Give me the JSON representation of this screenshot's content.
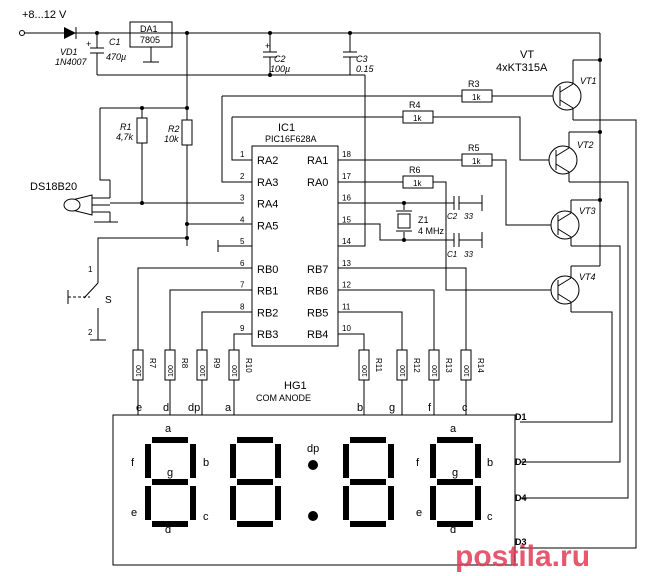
{
  "supply": {
    "label": "+8...12 V"
  },
  "vd1": {
    "ref": "VD1",
    "part": "1N4007"
  },
  "c1": {
    "ref": "C1",
    "value": "470µ"
  },
  "da1": {
    "ref": "DA1",
    "part": "7805"
  },
  "c2": {
    "ref": "C2",
    "value": "100µ"
  },
  "c3": {
    "ref": "C3",
    "value": "0.15"
  },
  "vt": {
    "ref": "VT",
    "part": "4xKT315A",
    "labels": [
      "VT1",
      "VT2",
      "VT3",
      "VT4"
    ]
  },
  "r_base": [
    {
      "ref": "R3",
      "value": "1k"
    },
    {
      "ref": "R4",
      "value": "1k"
    },
    {
      "ref": "R5",
      "value": "1k"
    },
    {
      "ref": "R6",
      "value": "1k"
    }
  ],
  "r1": {
    "ref": "R1",
    "value": "4,7k"
  },
  "r2": {
    "ref": "R2",
    "value": "10k"
  },
  "sensor": {
    "label": "DS18B20"
  },
  "switch": {
    "ref": "S",
    "pin1": "1",
    "pin2": "2"
  },
  "ic1": {
    "ref": "IC1",
    "part": "PIC16F628A",
    "left_pins": [
      {
        "num": "1",
        "name": "RA2"
      },
      {
        "num": "2",
        "name": "RA3"
      },
      {
        "num": "3",
        "name": "RA4"
      },
      {
        "num": "4",
        "name": "RA5"
      },
      {
        "num": "5",
        "name": ""
      },
      {
        "num": "6",
        "name": "RB0"
      },
      {
        "num": "7",
        "name": "RB1"
      },
      {
        "num": "8",
        "name": "RB2"
      },
      {
        "num": "9",
        "name": "RB3"
      }
    ],
    "right_pins": [
      {
        "num": "18",
        "name": "RA1"
      },
      {
        "num": "17",
        "name": "RA0"
      },
      {
        "num": "16",
        "name": ""
      },
      {
        "num": "15",
        "name": ""
      },
      {
        "num": "14",
        "name": ""
      },
      {
        "num": "13",
        "name": "RB7"
      },
      {
        "num": "12",
        "name": "RB6"
      },
      {
        "num": "11",
        "name": "RB5"
      },
      {
        "num": "10",
        "name": "RB4"
      }
    ]
  },
  "crystal": {
    "ref": "Z1",
    "value": "4 MHz"
  },
  "cap_c2x": {
    "ref": "C2",
    "value": "33"
  },
  "cap_c1x": {
    "ref": "C1",
    "value": "33"
  },
  "seg_resistors": [
    {
      "ref": "R7",
      "value": "100"
    },
    {
      "ref": "R8",
      "value": "100"
    },
    {
      "ref": "R9",
      "value": "100"
    },
    {
      "ref": "R10",
      "value": "100"
    },
    {
      "ref": "R11",
      "value": "100"
    },
    {
      "ref": "R12",
      "value": "100"
    },
    {
      "ref": "R13",
      "value": "100"
    },
    {
      "ref": "R14",
      "value": "100"
    }
  ],
  "display": {
    "ref": "HG1",
    "type": "COM ANODE",
    "segment_inputs": [
      "e",
      "d",
      "dp",
      "a",
      "b",
      "g",
      "f",
      "c"
    ],
    "digit_lines": [
      "D1",
      "D2",
      "D4",
      "D3"
    ],
    "digit1_labels": {
      "a": "a",
      "b": "b",
      "c": "c",
      "d": "d",
      "e": "e",
      "f": "f",
      "g": "g"
    },
    "digit4_labels": {
      "a": "a",
      "b": "b",
      "c": "c",
      "d": "d",
      "e": "e",
      "f": "f",
      "g": "g"
    },
    "dp_label": "dp"
  },
  "watermark": {
    "text": "postila.ru"
  }
}
